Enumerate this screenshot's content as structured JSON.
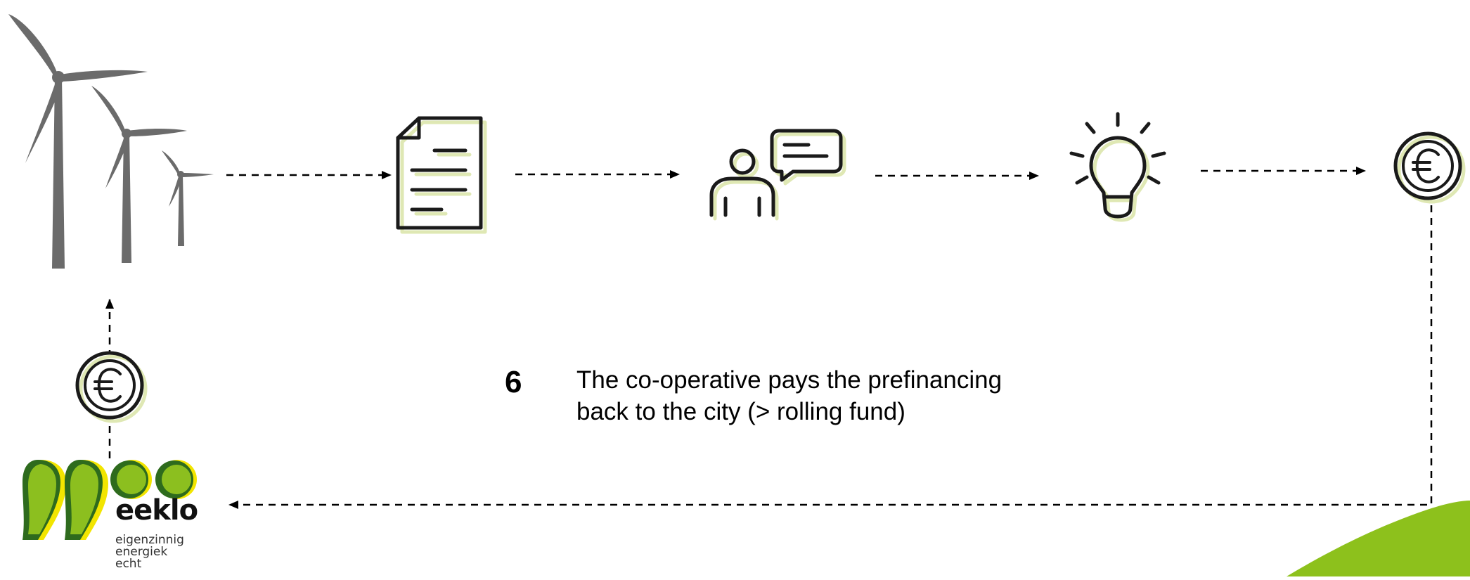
{
  "diagram": {
    "step": {
      "number": "6",
      "description": "The co-operative pays the prefinancing back to the city (> rolling fund)"
    },
    "icons": [
      {
        "name": "wind-turbines-icon"
      },
      {
        "name": "document-icon"
      },
      {
        "name": "person-speech-bubble-icon"
      },
      {
        "name": "lightbulb-icon"
      },
      {
        "name": "euro-coin-icon"
      },
      {
        "name": "euro-coin-icon"
      }
    ],
    "logo": {
      "wordmark": "eeklo",
      "tagline": [
        "eigenzinnig",
        "energiek",
        "echt"
      ]
    },
    "colors": {
      "accent_green": "#8dc11c",
      "icon_shadow": "#dfe8b4",
      "turbine_gray": "#6b6b6b",
      "logo_dark_green": "#2e6b1d",
      "logo_yellow": "#f2e500",
      "logo_light_green": "#8cbf1f"
    }
  }
}
